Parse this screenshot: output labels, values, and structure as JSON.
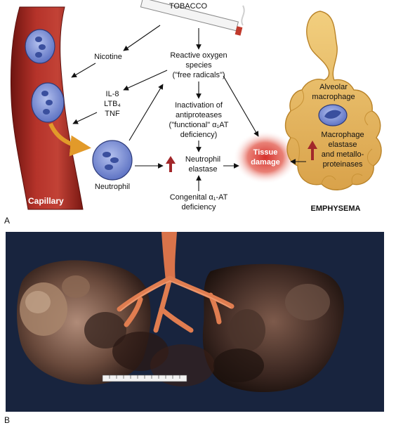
{
  "panel_a": {
    "letter": "A",
    "tobacco": "TOBACCO",
    "nicotine": "Nicotine",
    "ros": [
      "Reactive oxygen",
      "species",
      "(\"free radicals\")"
    ],
    "cytokines": [
      "IL-8",
      "LTB₄",
      "TNF"
    ],
    "inactivation": [
      "Inactivation of",
      "antiproteases",
      "(\"functional\" α₁AT",
      "deficiency)"
    ],
    "neutrophil_elastase": [
      "Neutrophil",
      "elastase"
    ],
    "congenital": [
      "Congenital α₁-AT",
      "deficiency"
    ],
    "tissue_damage": [
      "Tissue",
      "damage"
    ],
    "alveolar_macrophage": [
      "Alveolar",
      "macrophage"
    ],
    "macrophage_elastase": [
      "Macrophage",
      "elastase",
      "and metallo-",
      "proteinases"
    ],
    "neutrophil": "Neutrophil",
    "capillary": "Capillary",
    "emphysema": "EMPHYSEMA"
  },
  "panel_b": {
    "letter": "B"
  },
  "colors": {
    "vessel": "#a5281f",
    "vessel_dark": "#6e1410",
    "cell": "#7c8fd6",
    "nucleus": "#3a4f9e",
    "alveoli": "#e7b95d",
    "up_arrow": "#a2272a",
    "tissue_glow": "#d6302b",
    "photo_bg": "#16213a"
  }
}
